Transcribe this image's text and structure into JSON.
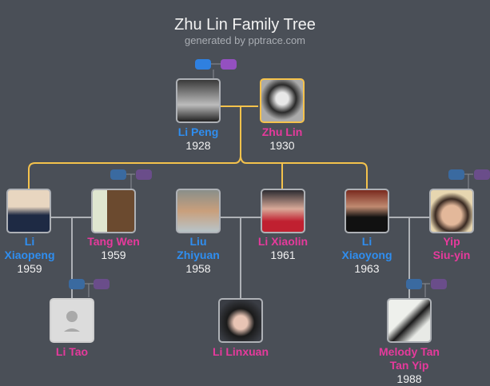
{
  "header": {
    "title": "Zhu Lin Family Tree",
    "subtitle": "generated by pptrace.com"
  },
  "colors": {
    "background": "#4a4f57",
    "male_name": "#2f8ef0",
    "female_name": "#e63a9c",
    "marriage_line": "#f4c24c",
    "child_line": "#aeb1b6",
    "highlight_border": "#f4c24c"
  },
  "people": {
    "li_peng": {
      "name": "Li Peng",
      "year": "1928",
      "gender": "male"
    },
    "zhu_lin": {
      "name": "Zhu Lin",
      "year": "1930",
      "gender": "female",
      "highlighted": true
    },
    "li_xiaopeng": {
      "name": "Li Xiaopeng",
      "name_line1": "Li",
      "name_line2": "Xiaopeng",
      "year": "1959",
      "gender": "male"
    },
    "tang_wen": {
      "name": "Tang Wen",
      "year": "1959",
      "gender": "female"
    },
    "liu_zhiyuan": {
      "name": "Liu Zhiyuan",
      "name_line1": "Liu",
      "name_line2": "Zhiyuan",
      "year": "1958",
      "gender": "male"
    },
    "li_xiaolin": {
      "name": "Li Xiaolin",
      "year": "1961",
      "gender": "female"
    },
    "li_xiaoyong": {
      "name": "Li Xiaoyong",
      "name_line1": "Li",
      "name_line2": "Xiaoyong",
      "year": "1963",
      "gender": "male"
    },
    "yip_siuyin": {
      "name": "Yip Siu-yin",
      "name_line1": "Yip",
      "name_line2": "Siu-yin",
      "gender": "female"
    },
    "li_tao": {
      "name": "Li Tao",
      "gender": "female",
      "placeholder_photo": true
    },
    "li_linxuan": {
      "name": "Li Linxuan",
      "gender": "female"
    },
    "melody_tan": {
      "name": "Melody Tan Tan Yip",
      "name_line1": "Melody Tan",
      "name_line2": "Tan Yip",
      "year": "1988",
      "gender": "female"
    }
  },
  "icons": {
    "expand_parents": "parent-toggle-pills",
    "placeholder_avatar": "person-silhouette-icon"
  }
}
